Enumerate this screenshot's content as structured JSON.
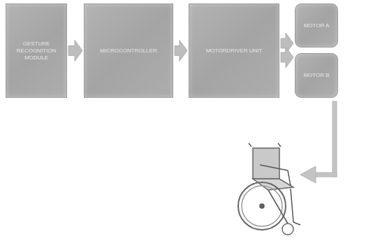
{
  "diagram": {
    "nodes": [
      {
        "text": [
          "GESTURE RECOGNITION MODULE"
        ]
      },
      {
        "text": [
          "MICROCONTROLLER"
        ]
      },
      {
        "text": [
          "MOTORDRIVER UNIT"
        ]
      },
      {
        "text": [
          "MOTOR A"
        ]
      },
      {
        "text": [
          "MOTOR B"
        ]
      }
    ],
    "edges": [
      {
        "from": 0,
        "to": 1,
        "arrow": "to"
      },
      {
        "from": 1,
        "to": 2,
        "arrow": "to"
      },
      {
        "from": 2,
        "to": 3,
        "arrow": "to"
      },
      {
        "from": 2,
        "to": 4,
        "arrow": "to"
      }
    ]
  }
}
